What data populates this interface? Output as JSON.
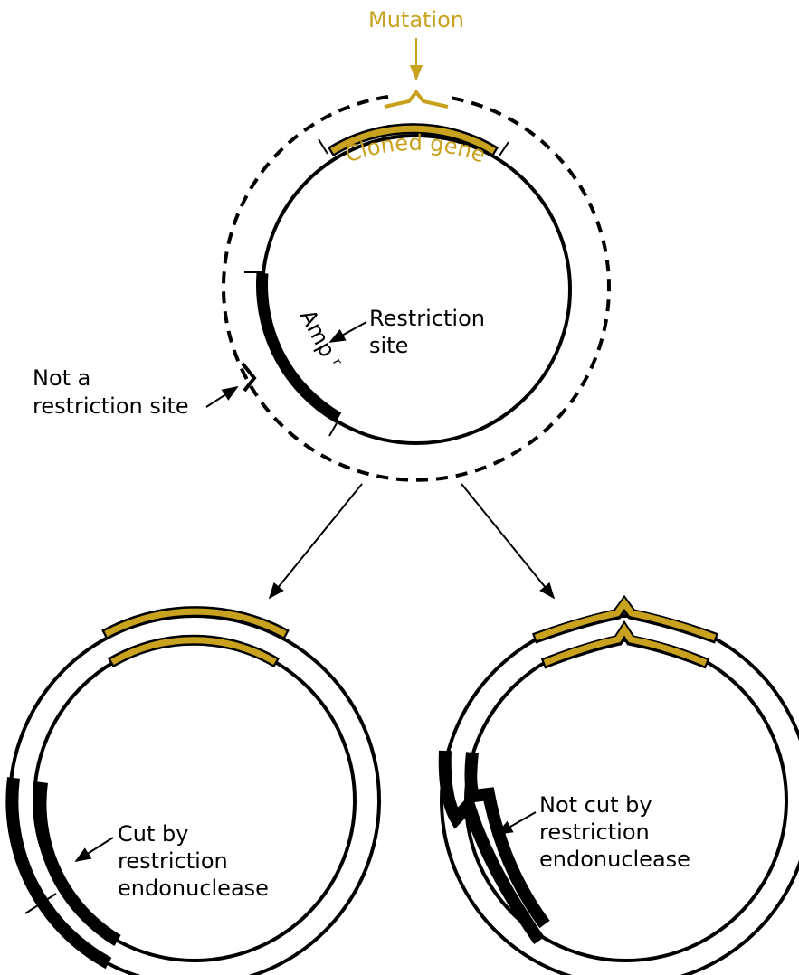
{
  "labels": {
    "mutation": "Mutation",
    "cloned_gene": "Cloned gene",
    "ampr": "Ampr",
    "restriction_site": [
      "Restriction",
      "site"
    ],
    "not_restriction_site": [
      "Not a",
      "restriction site"
    ],
    "cut_by": [
      "Cut by",
      "restriction",
      "endonuclease"
    ],
    "not_cut_by": [
      "Not cut by",
      "restriction",
      "endonuclease"
    ]
  },
  "colors": {
    "gene": "#c8a21e",
    "strand": "#000000",
    "background": "#ffffff"
  }
}
